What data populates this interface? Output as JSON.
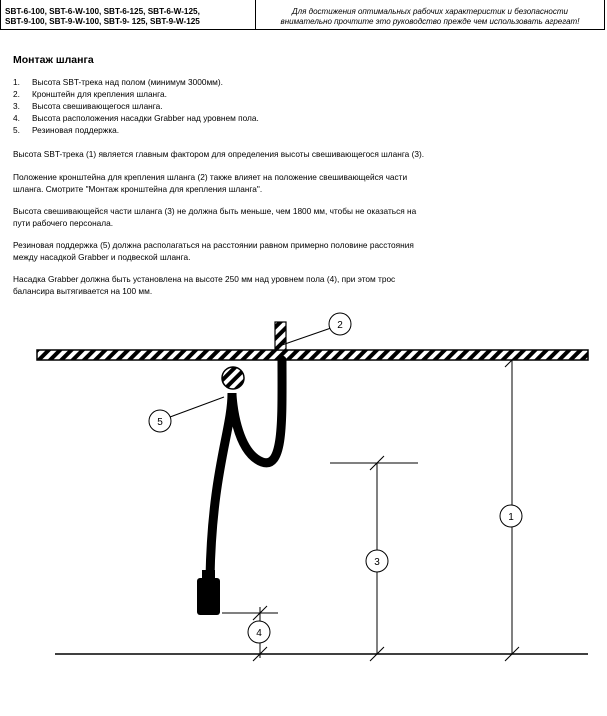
{
  "header": {
    "models_line1": "SBT-6-100, SBT-6-W-100, SBT-6-125, SBT-6-W-125,",
    "models_line2": "SBT-9-100, SBT-9-W-100, SBT-9- 125, SBT-9-W-125",
    "notice_line1": "Для достижения оптимальных рабочих характеристик и безопасности",
    "notice_line2": "внимательно прочтите это руководство прежде чем использовать агрегат!"
  },
  "section": {
    "title": "Монтаж шланга",
    "items": [
      {
        "num": "1.",
        "text": "Высота SBT-трека над полом (минимум 3000мм)."
      },
      {
        "num": "2.",
        "text": "Кронштейн для крепления шланга."
      },
      {
        "num": "3.",
        "text": "Высота свешивающегося шланга."
      },
      {
        "num": "4.",
        "text": "Высота расположения насадки Grabber над уровнем пола."
      },
      {
        "num": "5.",
        "text": "Резиновая поддержка."
      }
    ],
    "paragraphs": [
      [
        "Высота SBT-трека (1) является главным фактором для определения высоты свешивающегося шланга (3)."
      ],
      [
        "Положение кронштейна для крепления шланга (2) также влияет на положение свешивающейся части",
        "шланга. Смотрите \"Монтаж кронштейна для крепления шланга\"."
      ],
      [
        "Высота свешивающейся части шланга (3) не должна быть меньше, чем 1800 мм, чтобы не оказаться на",
        "пути рабочего персонала."
      ],
      [
        "Резиновая поддержка (5) должна располагаться на расстоянии равном примерно половине расстояния",
        "между насадкой Grabber и подвеской шланга."
      ],
      [
        "Насадка Grabber должна быть установлена на высоте 250 мм над уровнем пола (4), при этом трос",
        "балансира вытягивается на 100 мм."
      ]
    ]
  },
  "diagram": {
    "callouts": {
      "c1": "1",
      "c2": "2",
      "c3": "3",
      "c4": "4",
      "c5": "5"
    }
  }
}
